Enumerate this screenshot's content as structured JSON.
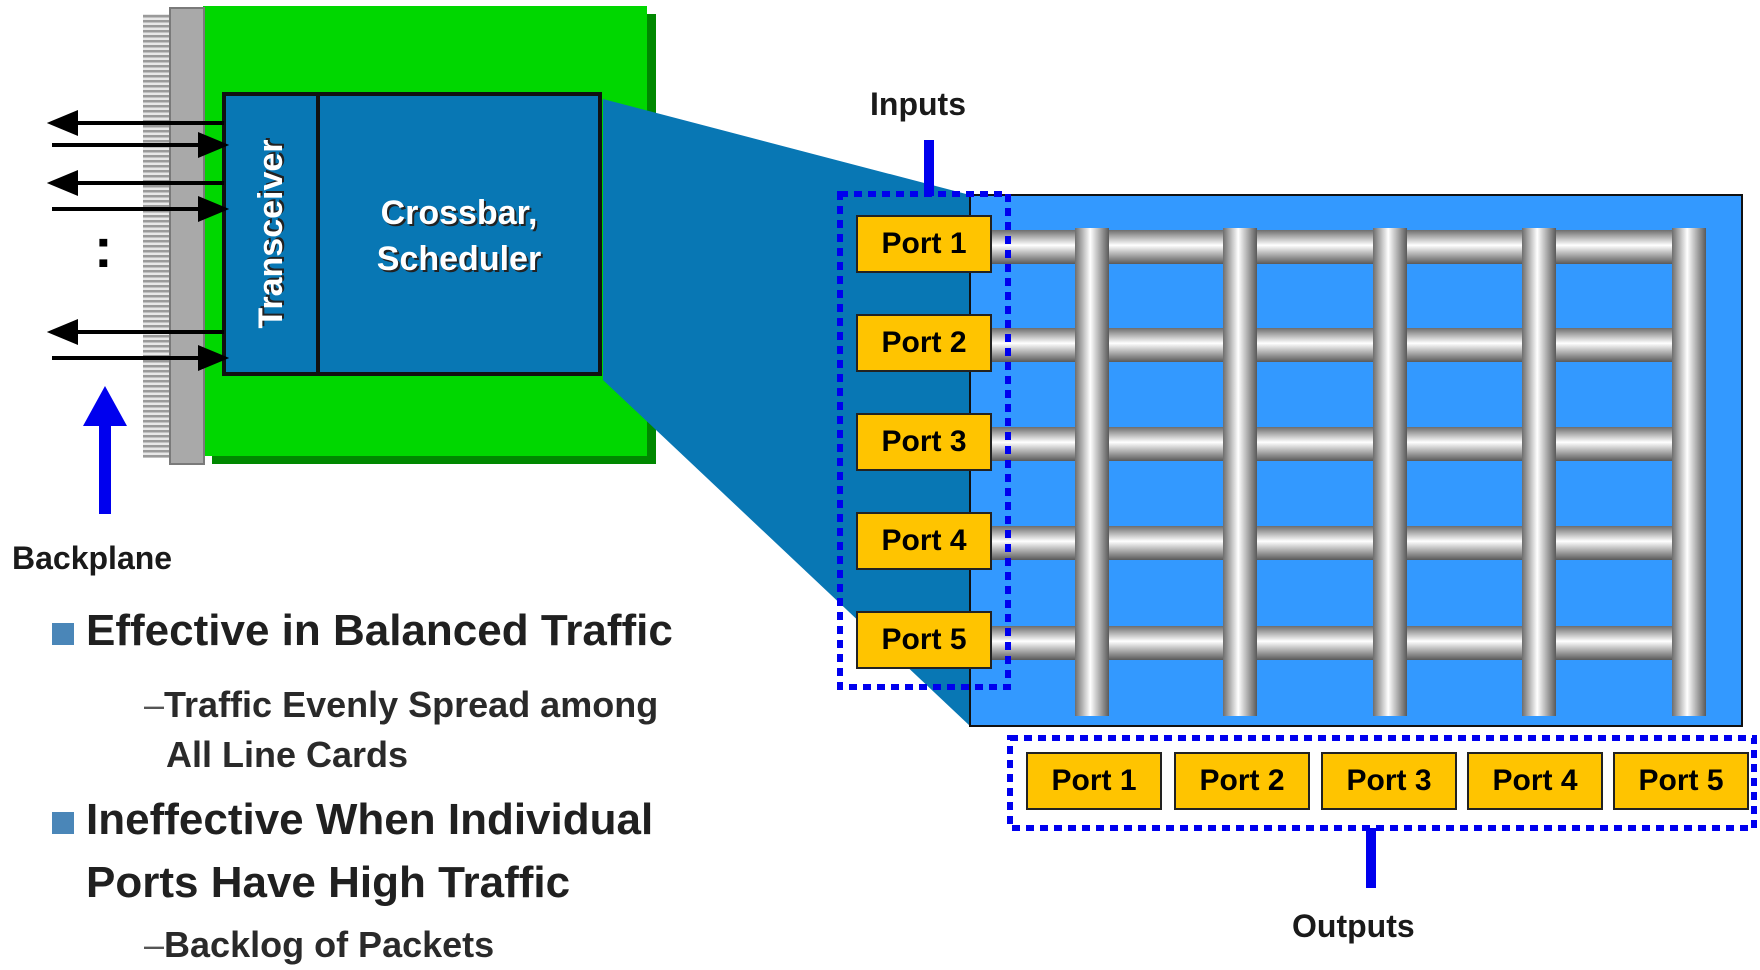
{
  "line_card": {
    "transceiver": "Transceiver",
    "crossbar_line1": "Crossbar,",
    "crossbar_line2": "Scheduler",
    "dots": ":"
  },
  "labels": {
    "backplane": "Backplane",
    "inputs": "Inputs",
    "outputs": "Outputs"
  },
  "input_ports": [
    "Port 1",
    "Port 2",
    "Port 3",
    "Port 4",
    "Port 5"
  ],
  "output_ports": [
    "Port 1",
    "Port 2",
    "Port 3",
    "Port 4",
    "Port 5"
  ],
  "bullets": [
    {
      "text": [
        "Effective in Balanced Traffic"
      ],
      "sub": {
        "dash": "–",
        "lines": [
          "Traffic Evenly Spread among",
          "All Line Cards"
        ]
      }
    },
    {
      "text": [
        "Ineffective When Individual",
        "Ports Have High Traffic"
      ],
      "sub": {
        "dash": "–",
        "lines": [
          "Backlog of Packets"
        ]
      }
    }
  ],
  "colors": {
    "card_green": "#00d700",
    "chip_blue": "#0877b4",
    "switch_blue": "#3399ff",
    "port_yellow": "#ffc400",
    "marker_blue": "#0000ee",
    "bullet_square": "#4a86b8"
  }
}
